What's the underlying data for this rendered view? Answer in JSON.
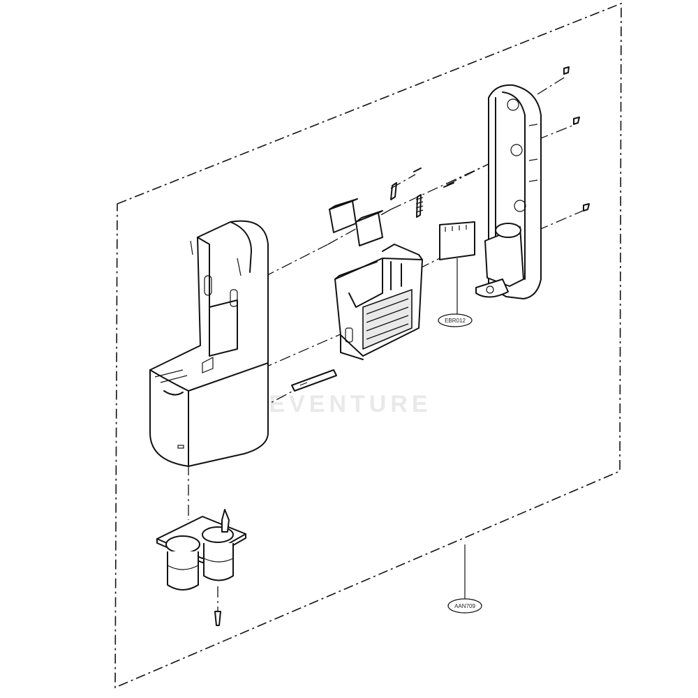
{
  "diagram": {
    "callouts": [
      {
        "id": "panel",
        "label": "AAN709"
      },
      {
        "id": "plate",
        "label": "EBR012"
      }
    ],
    "watermark": "LEEVENTURE"
  },
  "colors": {
    "line": "#111111",
    "background": "#ffffff"
  }
}
